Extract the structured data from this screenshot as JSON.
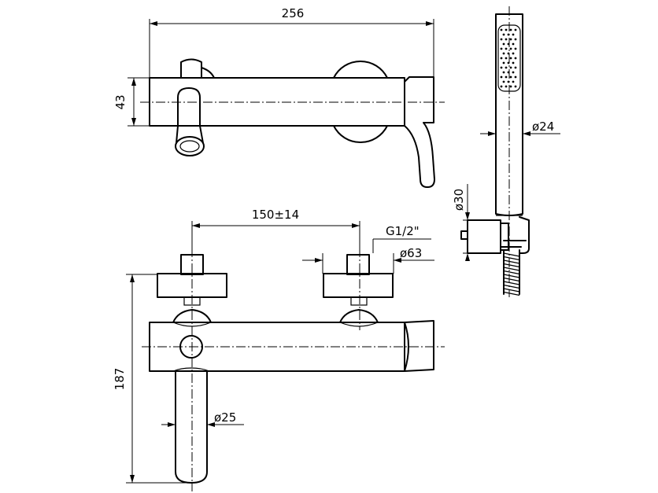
{
  "dimensions": {
    "top_width": "256",
    "top_height": "43",
    "inlet_spacing": "150±14",
    "thread": "G1/2\"",
    "flange_diameter": "ø63",
    "spout_diameter": "ø25",
    "front_height": "187",
    "handshower_diameter": "ø24",
    "holder_diameter": "ø30"
  }
}
